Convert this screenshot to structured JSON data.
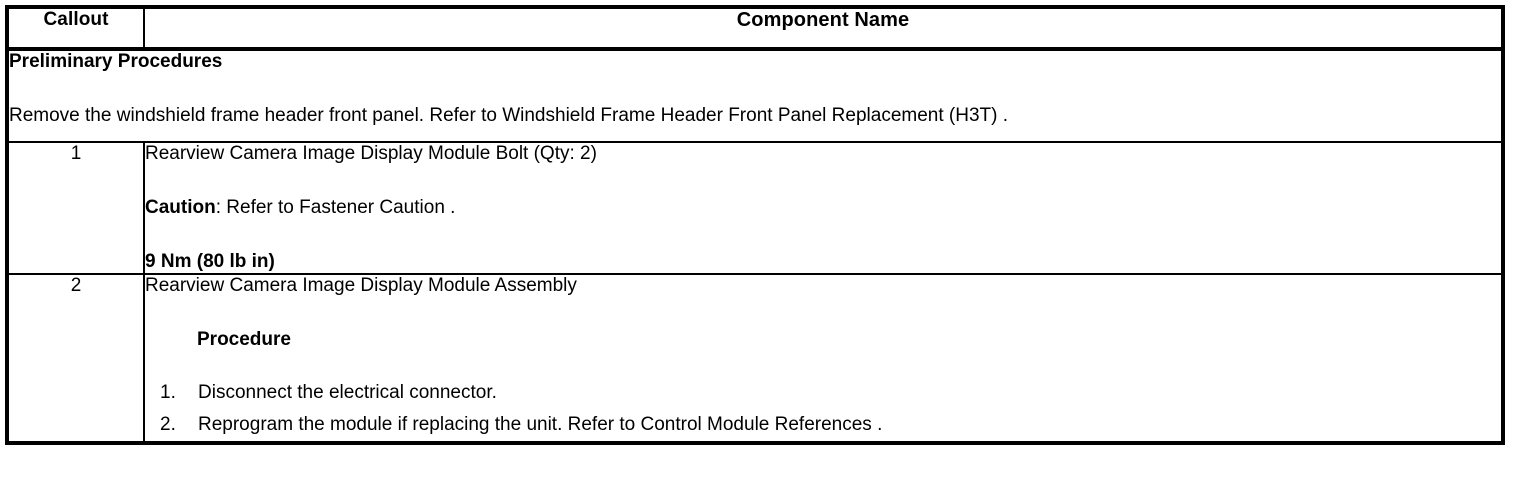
{
  "table": {
    "headers": {
      "callout": "Callout",
      "component": "Component Name"
    },
    "preliminary": {
      "title": "Preliminary Procedures",
      "body": "Remove the windshield frame header front panel. Refer to Windshield Frame Header Front Panel Replacement (H3T) ."
    },
    "rows": [
      {
        "callout": "1",
        "component_title": "Rearview Camera Image Display Module Bolt (Qty: 2)",
        "caution_label": "Caution",
        "caution_text": ": Refer to Fastener Caution .",
        "torque": "9 Nm (80 lb in)"
      },
      {
        "callout": "2",
        "component_title": "Rearview Camera Image Display Module Assembly",
        "procedure_heading": "Procedure",
        "steps": [
          {
            "num": "1.",
            "text": "Disconnect the electrical connector."
          },
          {
            "num": "2.",
            "text": "Reprogram the module if replacing the unit. Refer to Control Module References ."
          }
        ]
      }
    ]
  }
}
